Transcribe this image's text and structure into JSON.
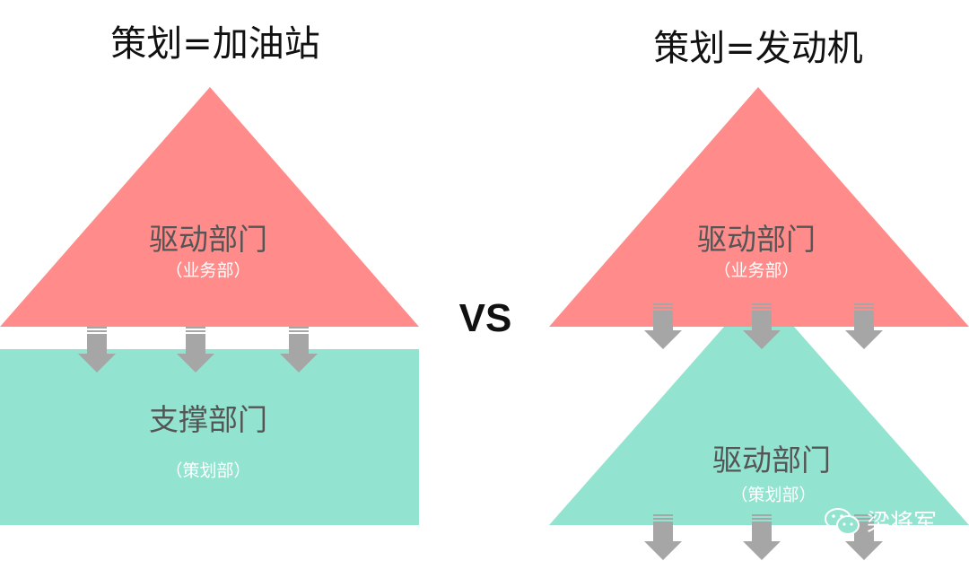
{
  "left": {
    "title": "策划=加油站",
    "top_label": "驱动部门",
    "top_sub": "（业务部）",
    "bottom_label": "支撑部门",
    "bottom_sub": "（策划部）"
  },
  "vs": "VS",
  "right": {
    "title": "策划=发动机",
    "top_label": "驱动部门",
    "top_sub": "（业务部）",
    "bottom_label": "驱动部门",
    "bottom_sub": "（策划部）"
  },
  "watermark": "梁将军",
  "colors": {
    "red": "#ff8c8a",
    "green": "#92e3cf",
    "arrow": "#a6a6a6"
  }
}
